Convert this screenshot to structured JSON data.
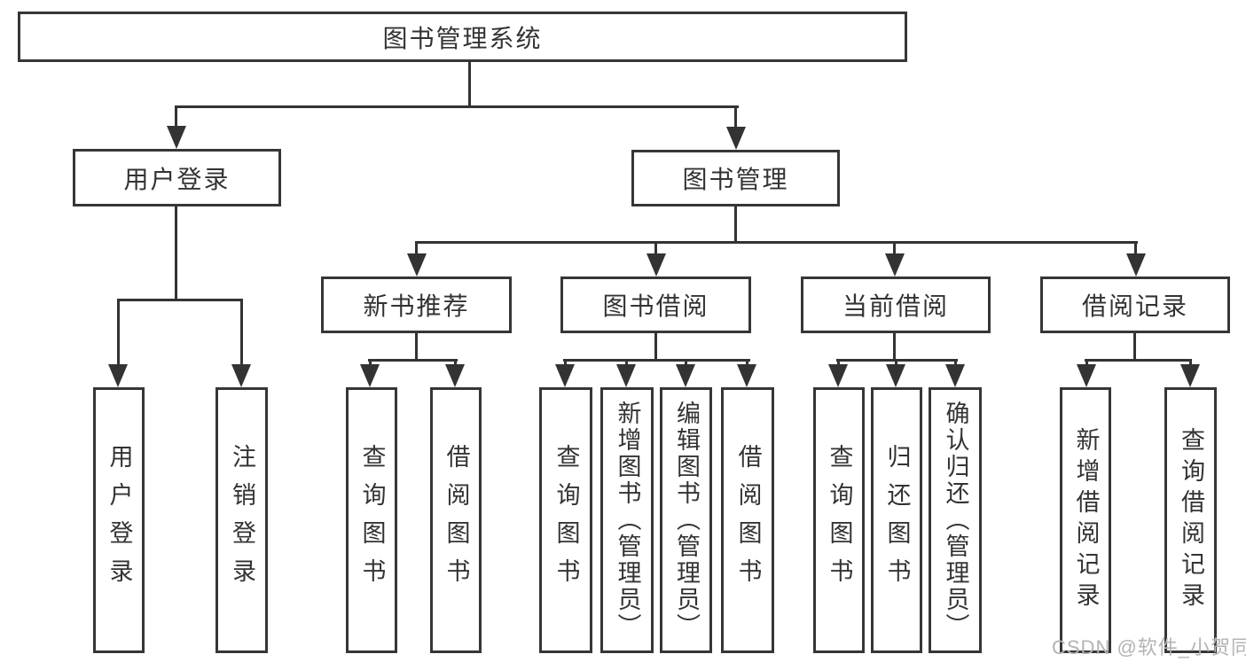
{
  "diagram": {
    "root": {
      "label": "图书管理系统"
    },
    "branches": [
      {
        "label": "用户登录",
        "children": [
          {
            "label": "用户登录"
          },
          {
            "label": "注销登录"
          }
        ]
      },
      {
        "label": "图书管理",
        "children": [
          {
            "label": "新书推荐",
            "children": [
              {
                "label": "查询图书"
              },
              {
                "label": "借阅图书"
              }
            ]
          },
          {
            "label": "图书借阅",
            "children": [
              {
                "label": "查询图书"
              },
              {
                "label": "新增图书（管理员）"
              },
              {
                "label": "编辑图书（管理员）"
              },
              {
                "label": "借阅图书"
              }
            ]
          },
          {
            "label": "当前借阅",
            "children": [
              {
                "label": "查询图书"
              },
              {
                "label": "归还图书"
              },
              {
                "label": "确认归还（管理员）"
              }
            ]
          },
          {
            "label": "借阅记录",
            "children": [
              {
                "label": "新增借阅记录"
              },
              {
                "label": "查询借阅记录"
              }
            ]
          }
        ]
      }
    ]
  },
  "watermark": {
    "label": "CSDN @软件_小贺同学"
  },
  "colors": {
    "line": "#333333",
    "box_border": "#363636",
    "box_fill": "#ffffff",
    "text": "#333333",
    "watermark": "#b3b3b3",
    "background": "#ffffff"
  }
}
